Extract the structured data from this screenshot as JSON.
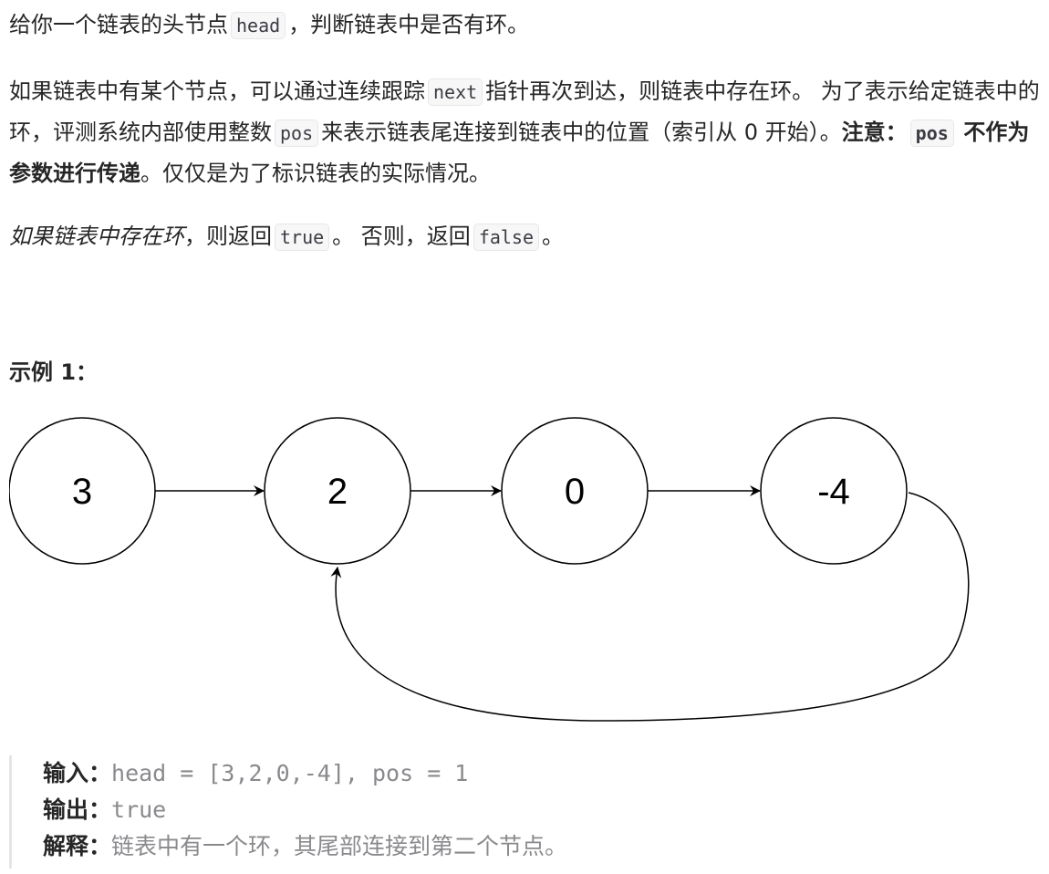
{
  "problem": {
    "p1": {
      "t1": "给你一个链表的头节点",
      "c1": "head",
      "t2": "，判断链表中是否有环。"
    },
    "p2": {
      "t1": "如果链表中有某个节点，可以通过连续跟踪",
      "c1": "next",
      "t2": "指针再次到达，则链表中存在环。 为了表示给定链表中的环，评测系统内部使用整数",
      "c2": "pos",
      "t3": "来表示链表尾连接到链表中的位置（索引从 0 开始）。",
      "b1": "注意：",
      "c3": "pos",
      "b2": "不作为参数进行传递",
      "t4": "。仅仅是为了标识链表的实际情况。"
    },
    "p3": {
      "em1": "如果链表中存在环",
      "t1": "，则返回",
      "c1": "true",
      "t2": "。 否则，返回",
      "c2": "false",
      "t3": "。"
    }
  },
  "example1": {
    "title": "示例 1：",
    "diagram": {
      "nodes": [
        "3",
        "2",
        "0",
        "-4"
      ],
      "cycle_to_index": 1
    },
    "input_label": "输入：",
    "input_value": "head = [3,2,0,-4], pos = 1",
    "output_label": "输出：",
    "output_value": "true",
    "explain_label": "解释：",
    "explain_value": "链表中有一个环，其尾部连接到第二个节点。"
  },
  "colors": {
    "text": "#262626",
    "muted": "#8a8a8e",
    "code_bg": "#f7f7f8",
    "code_border": "#e7e7ea",
    "diagram_stroke": "#000000"
  }
}
